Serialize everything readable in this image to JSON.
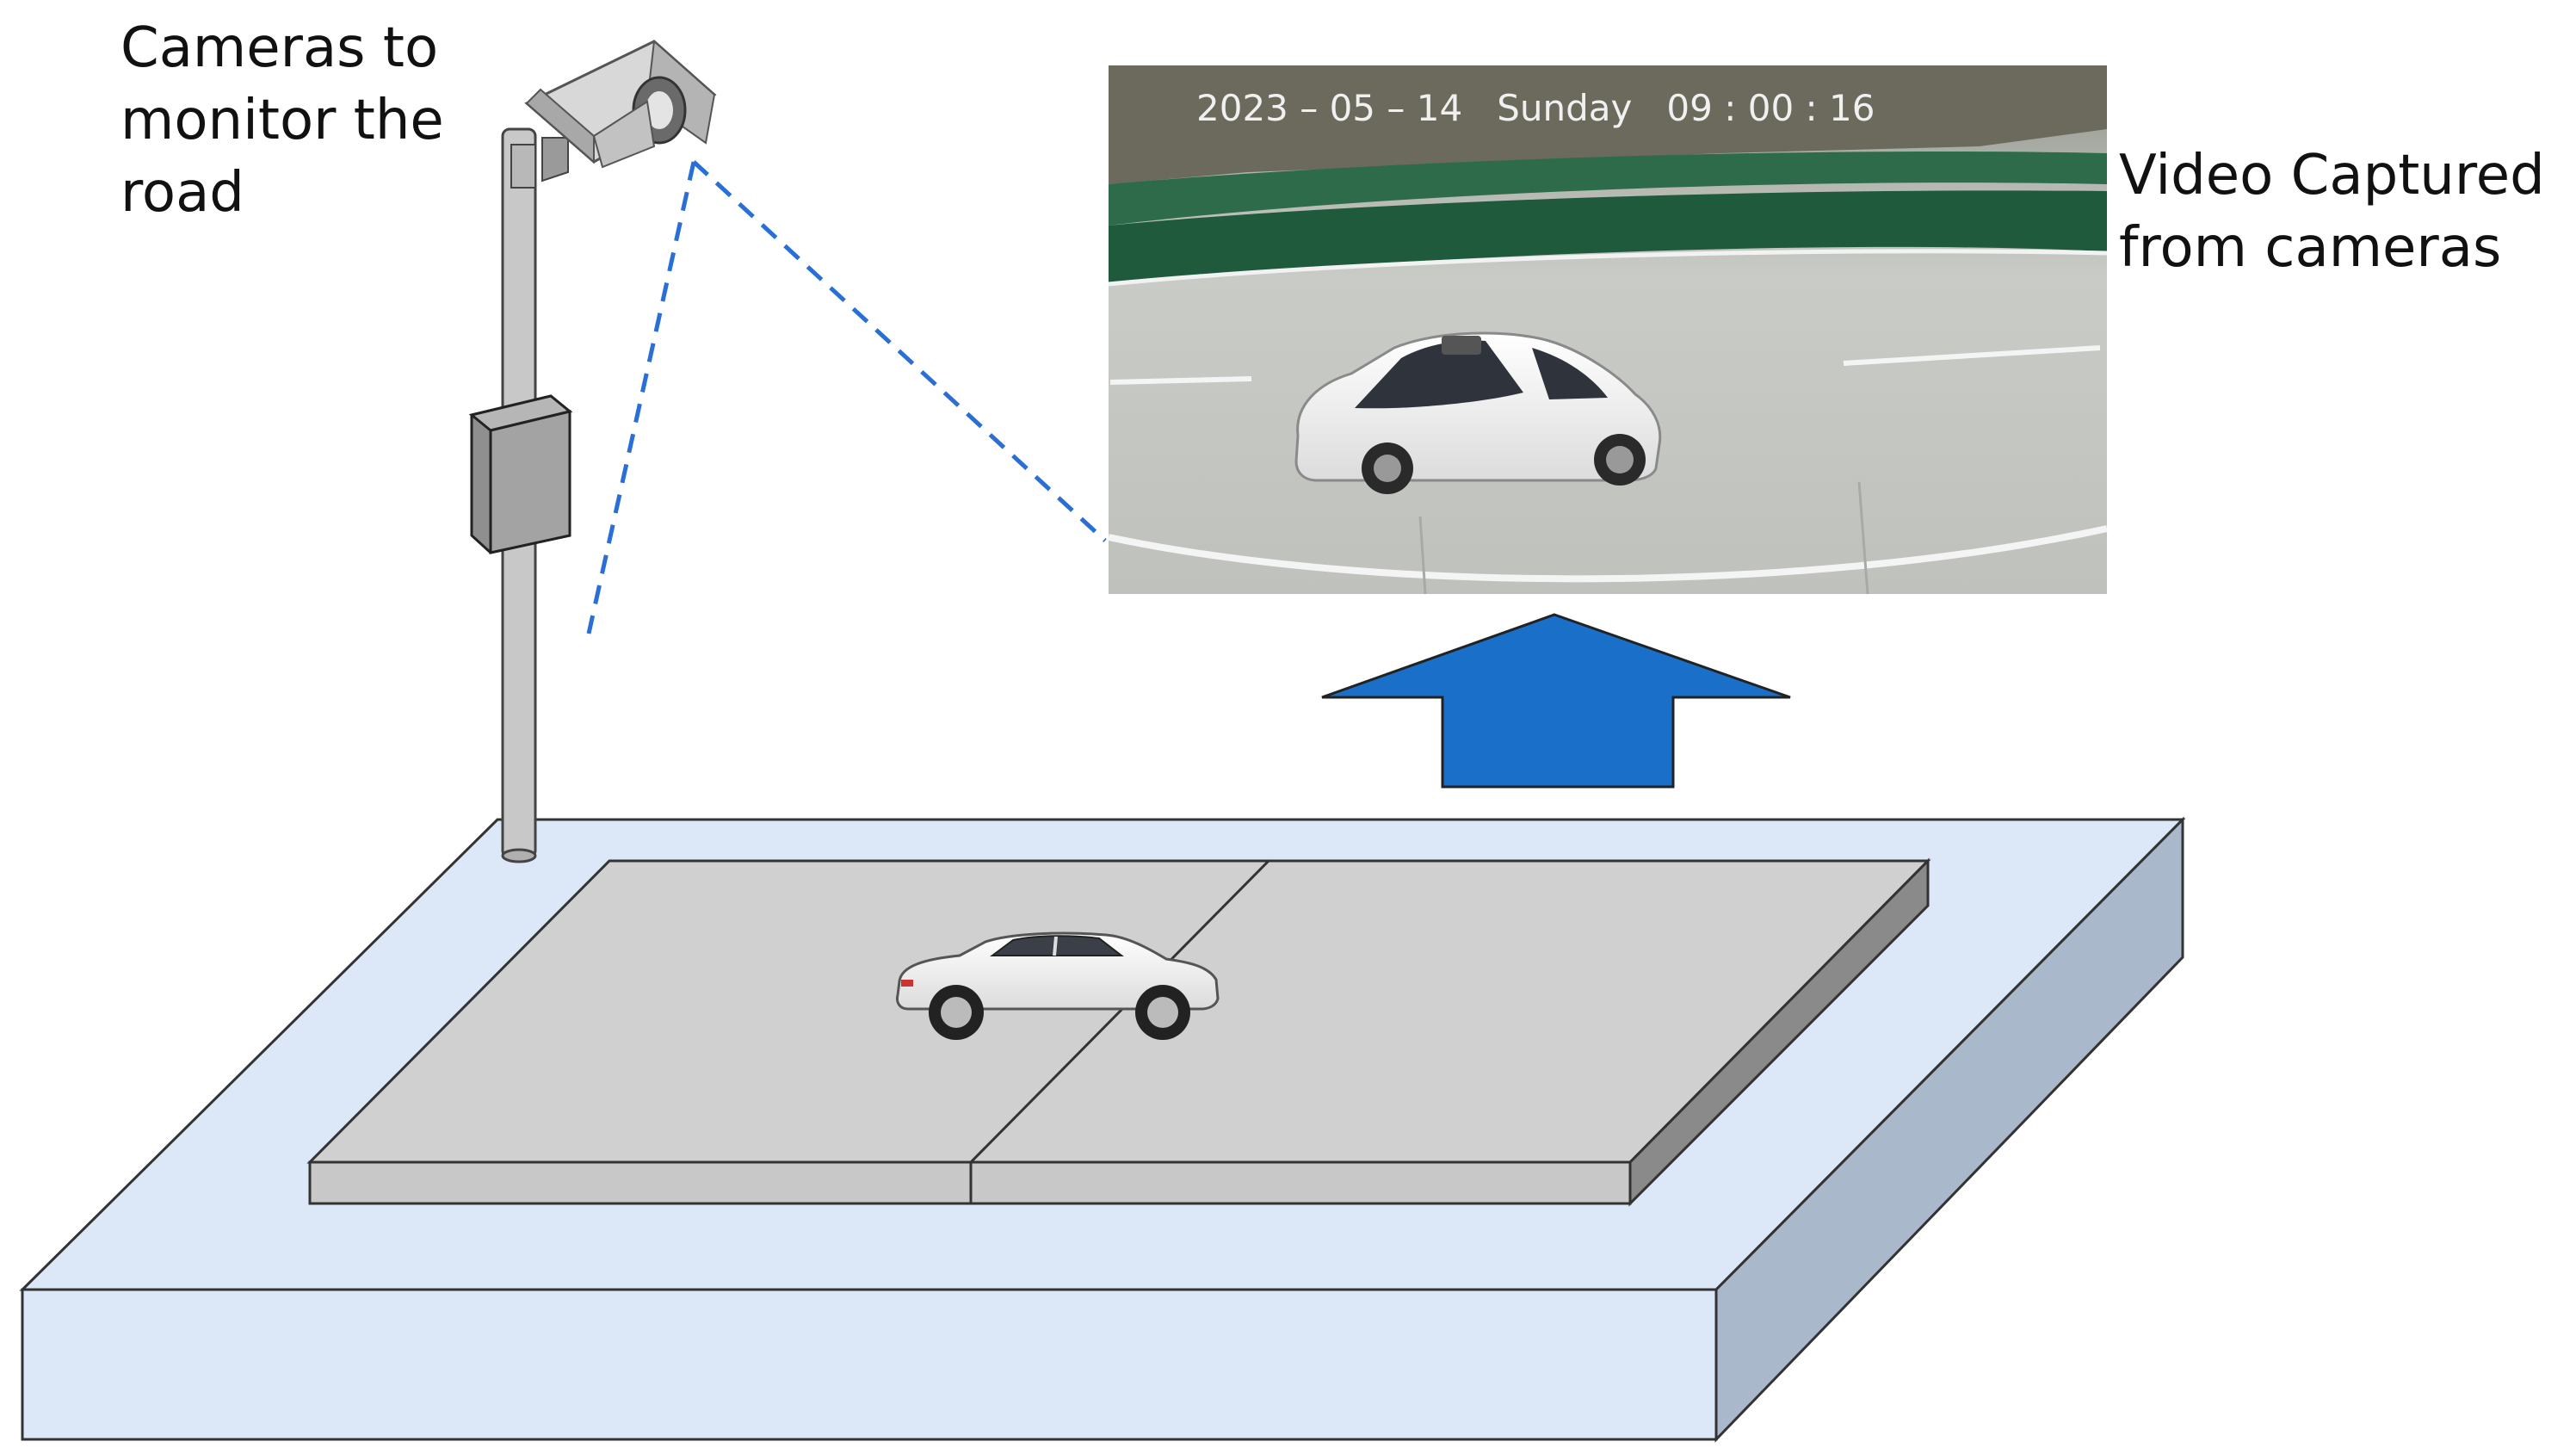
{
  "camera_label": {
    "lines": [
      "Cameras to",
      "monitor the",
      "road"
    ]
  },
  "video_label": {
    "lines": [
      "Video Captured",
      "from cameras"
    ]
  },
  "video_feed": {
    "timestamp": "2023 – 05 – 14   Sunday   09 : 00 : 16"
  },
  "colors": {
    "platform_top": "#dce8f7",
    "platform_right": "#aab8cc",
    "road_top": "#d0d0d0",
    "road_side": "#8a8a8a",
    "arrow": "#1a6fc8",
    "fov_line": "#2a6fd6",
    "pole": "#c8c8c8"
  },
  "icons": [
    "security-camera-icon",
    "junction-box-icon",
    "car-icon",
    "up-arrow-icon"
  ]
}
